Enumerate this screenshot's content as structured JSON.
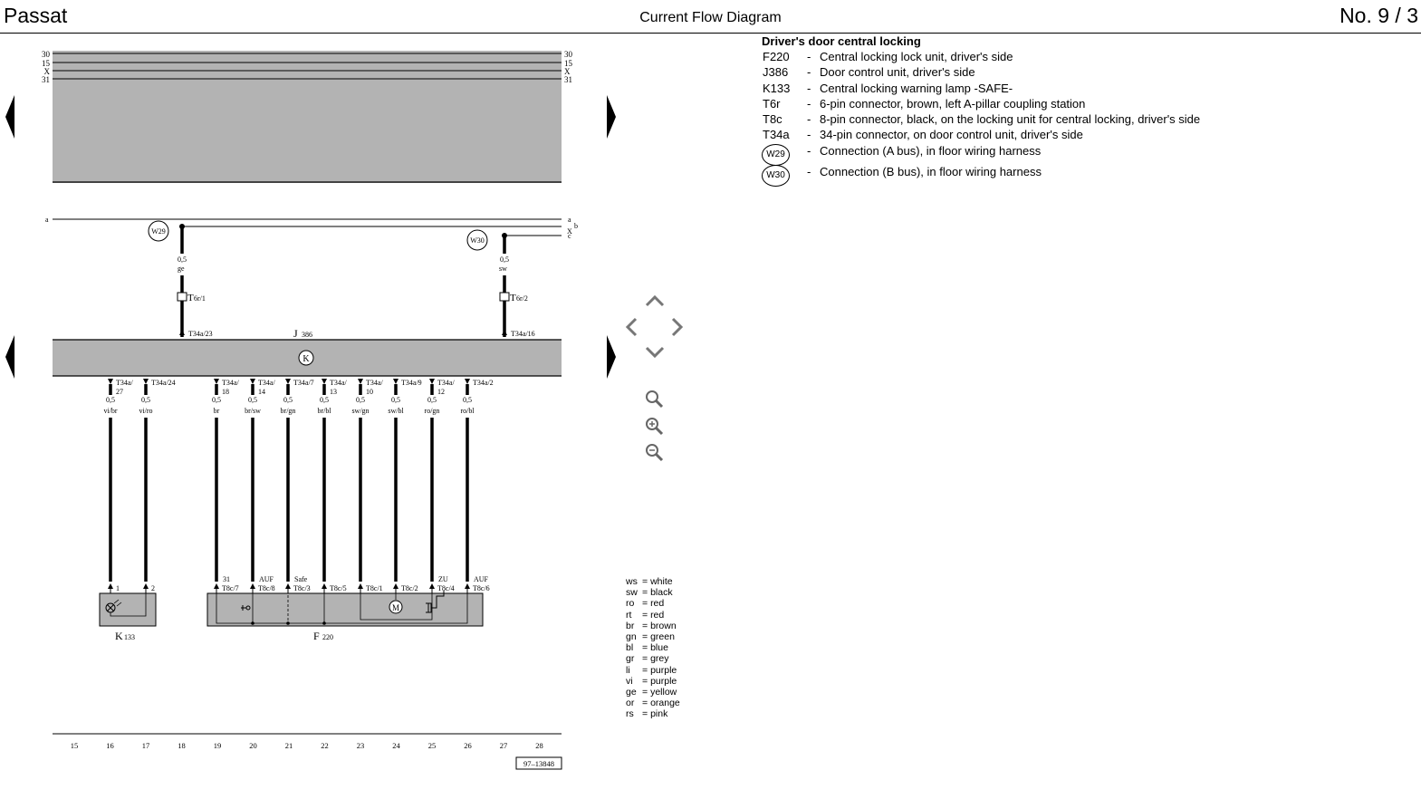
{
  "header": {
    "model": "Passat",
    "title": "Current Flow Diagram",
    "page": "No.  9 / 3"
  },
  "legend": {
    "title": "Driver's door central locking",
    "items": [
      {
        "code": "F220",
        "desc": "Central locking lock unit, driver's side"
      },
      {
        "code": "J386",
        "desc": "Door control unit, driver's side"
      },
      {
        "code": "K133",
        "desc": "Central locking warning lamp -SAFE-"
      },
      {
        "code": "T6r",
        "desc": "6-pin connector, brown, left A-pillar coupling station"
      },
      {
        "code": "T8c",
        "desc": "8-pin connector, black, on the locking unit for central locking, driver's side"
      },
      {
        "code": "T34a",
        "desc": "34-pin connector, on door control unit, driver's side"
      }
    ],
    "connections": [
      {
        "code": "W29",
        "desc": "Connection (A bus), in floor wiring harness"
      },
      {
        "code": "W30",
        "desc": "Connection (B bus), in floor wiring harness"
      }
    ]
  },
  "colors": [
    {
      "abbr": "ws",
      "name": "white"
    },
    {
      "abbr": "sw",
      "name": "black"
    },
    {
      "abbr": "ro",
      "name": "red"
    },
    {
      "abbr": "rt",
      "name": "red"
    },
    {
      "abbr": "br",
      "name": "brown"
    },
    {
      "abbr": "gn",
      "name": "green"
    },
    {
      "abbr": "bl",
      "name": "blue"
    },
    {
      "abbr": "gr",
      "name": "grey"
    },
    {
      "abbr": "li",
      "name": "purple"
    },
    {
      "abbr": "vi",
      "name": "purple"
    },
    {
      "abbr": "ge",
      "name": "yellow"
    },
    {
      "abbr": "or",
      "name": "orange"
    },
    {
      "abbr": "rs",
      "name": "pink"
    }
  ],
  "diagram": {
    "top_rails": [
      "30",
      "15",
      "X",
      "31"
    ],
    "bus_left": "a",
    "bus_right": [
      "a",
      "b",
      "X",
      "c"
    ],
    "control_unit": {
      "label": "J",
      "sub": "386",
      "symbol": "K"
    },
    "top_wires": [
      {
        "conn": "W29",
        "size": "0,5",
        "color": "ge",
        "plug": "T",
        "plug_sub": "6r/1",
        "pin": "T34a/23"
      },
      {
        "conn": "W30",
        "size": "0,5",
        "color": "sw",
        "plug": "T",
        "plug_sub": "6r/2",
        "pin": "T34a/16"
      }
    ],
    "wires": [
      {
        "pin1": "T34a/",
        "pin2": "27",
        "size": "0,5",
        "color": "vi/br",
        "label": "",
        "bpin": "1"
      },
      {
        "pin1": "T34a/24",
        "pin2": "",
        "size": "0,5",
        "color": "vi/ro",
        "label": "",
        "bpin": "2"
      },
      {
        "pin1": "T34a/",
        "pin2": "18",
        "size": "0,5",
        "color": "br",
        "label": "31",
        "bpin": "T8c/7"
      },
      {
        "pin1": "T34a/",
        "pin2": "14",
        "size": "0,5",
        "color": "br/sw",
        "label": "AUF",
        "bpin": "T8c/8"
      },
      {
        "pin1": "T34a/7",
        "pin2": "",
        "size": "0,5",
        "color": "br/gn",
        "label": "Safe",
        "bpin": "T8c/3"
      },
      {
        "pin1": "T34a/",
        "pin2": "13",
        "size": "0,5",
        "color": "br/bl",
        "label": "",
        "bpin": "T8c/5"
      },
      {
        "pin1": "T34a/",
        "pin2": "10",
        "size": "0,5",
        "color": "sw/gn",
        "label": "",
        "bpin": "T8c/1"
      },
      {
        "pin1": "T34a/9",
        "pin2": "",
        "size": "0,5",
        "color": "sw/bl",
        "label": "",
        "bpin": "T8c/2"
      },
      {
        "pin1": "T34a/",
        "pin2": "12",
        "size": "0,5",
        "color": "ro/gn",
        "label": "ZU",
        "bpin": "T8c/4"
      },
      {
        "pin1": "T34a/2",
        "pin2": "",
        "size": "0,5",
        "color": "ro/bl",
        "label": "AUF",
        "bpin": "T8c/6"
      }
    ],
    "motor_symbol": "M",
    "components": [
      {
        "label": "K",
        "sub": "133"
      },
      {
        "label": "F",
        "sub": "220"
      }
    ],
    "tracks": [
      "15",
      "16",
      "17",
      "18",
      "19",
      "20",
      "21",
      "22",
      "23",
      "24",
      "25",
      "26",
      "27",
      "28"
    ],
    "ref": "97–13848"
  }
}
